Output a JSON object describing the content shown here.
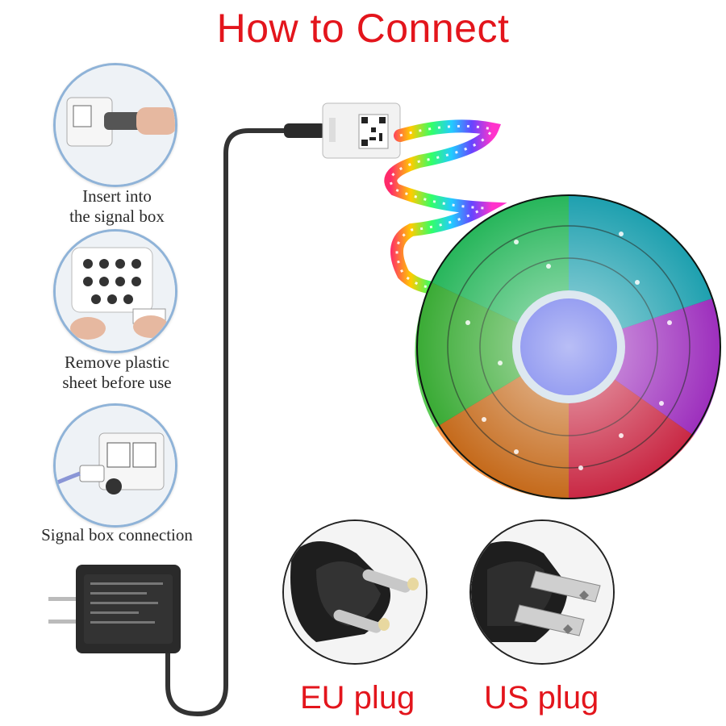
{
  "title": "How to Connect",
  "steps": [
    {
      "line1": "Insert into",
      "line2": "the signal box",
      "icon": "dc-jack-into-box-icon"
    },
    {
      "line1": "Remove plastic",
      "line2": "sheet before use",
      "icon": "remote-control-icon"
    },
    {
      "line1": "Signal box connection",
      "icon": "connector-plug-icon"
    }
  ],
  "plugs": [
    {
      "label": "EU plug",
      "icon": "eu-plug-icon"
    },
    {
      "label": "US plug",
      "icon": "us-plug-icon"
    }
  ],
  "colors": {
    "title": "#e3151c",
    "plug_label": "#e3151c",
    "circle_border": "#8fb3d8"
  }
}
